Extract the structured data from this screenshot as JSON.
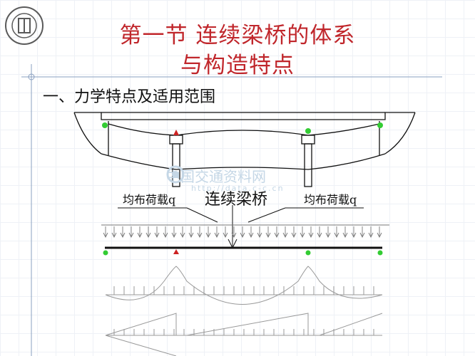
{
  "slide": {
    "title_line1": "第一节 连续梁桥的体系",
    "title_line2": "与构造特点",
    "section_heading": "一、力学特点及适用范围"
  },
  "labels": {
    "load_left": "均布荷载q",
    "load_right": "均布荷载q",
    "center": "连续梁桥"
  },
  "watermark": {
    "text": "中国交通资料网",
    "url": "http://data.c-c.cn"
  },
  "colors": {
    "title": "#c0262b",
    "support_roller": "#33cc33",
    "support_fixed": "#cc2222",
    "line": "#111111",
    "diagram": "#999999"
  }
}
